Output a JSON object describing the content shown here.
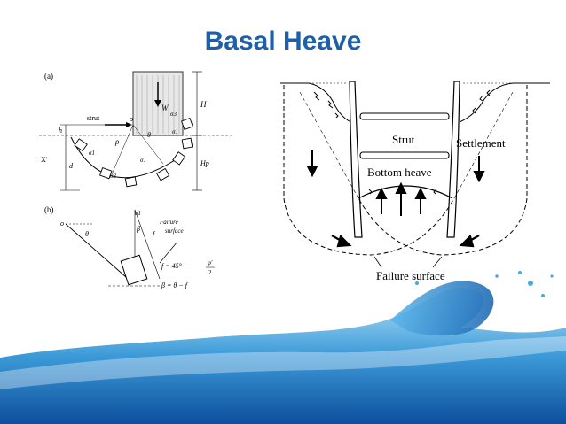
{
  "slide": {
    "title": "Basal Heave"
  },
  "left_figure": {
    "panel_a_label": "(a)",
    "panel_b_label": "(b)",
    "strut": "strut",
    "o": "o",
    "W": "W",
    "H": "H",
    "Hp": "Hp",
    "h": "h",
    "d": "d",
    "x": "X'",
    "rho": "ρ",
    "theta": "θ",
    "sigma1": "σ1",
    "sigma3": "σ3",
    "beta": "β",
    "f": "f",
    "failure_surface_1": "Failure",
    "failure_surface_2": "surface",
    "eq_f": "f = 45° −",
    "phi_num": "φ'",
    "phi_den": "2",
    "eq_beta": "β = θ − f"
  },
  "right_figure": {
    "strut": "Strut",
    "settlement": "Settlement",
    "bottom_heave": "Bottom heave",
    "failure_surface": "Failure surface"
  },
  "colors": {
    "title": "#1f5fa8",
    "water_dark": "#1565b0",
    "water_light": "#8fd3f5"
  }
}
